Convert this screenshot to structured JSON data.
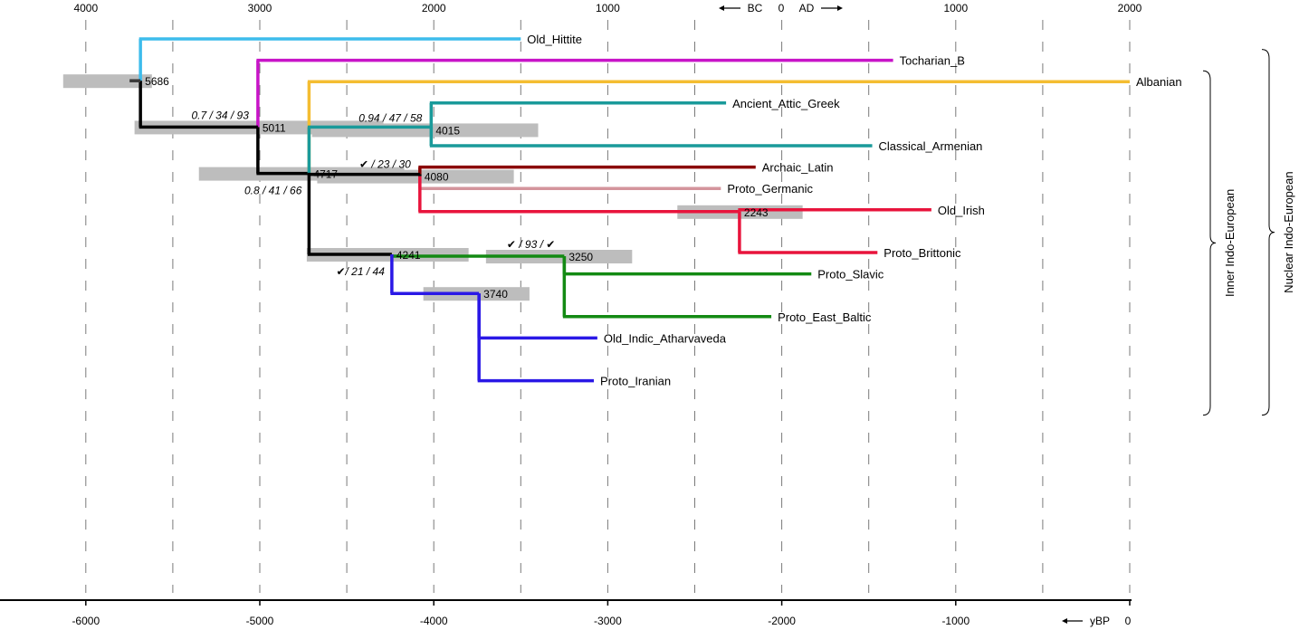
{
  "chart_data": {
    "type": "tree",
    "top_axis": {
      "ticks": [
        {
          "value": -6000,
          "label": "4000"
        },
        {
          "value": -5000,
          "label": "3000"
        },
        {
          "value": -4000,
          "label": "2000"
        },
        {
          "value": -3000,
          "label": "1000"
        },
        {
          "value": -1000,
          "label": "1000"
        },
        {
          "value": 0,
          "label": "2000"
        }
      ],
      "era_left_label": "BC",
      "era_zero_label": "0",
      "era_right_label": "AD"
    },
    "bottom_axis": {
      "ticks": [
        {
          "value": -6000,
          "label": "-6000"
        },
        {
          "value": -5000,
          "label": "-5000"
        },
        {
          "value": -4000,
          "label": "-4000"
        },
        {
          "value": -3000,
          "label": "-3000"
        },
        {
          "value": -2000,
          "label": "-2000"
        },
        {
          "value": -1000,
          "label": "-1000"
        },
        {
          "value": 0,
          "label": "0"
        }
      ],
      "unit_label": "yBP"
    },
    "grid_step": 500,
    "xlim": [
      -6500,
      0
    ],
    "nodes": [
      {
        "id": "root",
        "label": "5686",
        "x": -5686,
        "ci": [
          -6130,
          -5620
        ],
        "support": ""
      },
      {
        "id": "n5011",
        "label": "5011",
        "x": -5011,
        "ci": [
          -5720,
          -4290
        ],
        "support": "0.7 / 34 / 93"
      },
      {
        "id": "n4717",
        "label": "4717",
        "x": -4717,
        "ci": [
          -5350,
          -4170
        ],
        "support": "0.8 / 41 / 66"
      },
      {
        "id": "n4015",
        "label": "4015",
        "x": -4015,
        "ci": [
          -4700,
          -3400
        ],
        "support": "0.94 / 47 / 58"
      },
      {
        "id": "n4241",
        "label": "4241",
        "x": -4241,
        "ci": [
          -4730,
          -3800
        ],
        "support": "✔/ 21 / 44"
      },
      {
        "id": "n4080",
        "label": "4080",
        "x": -4080,
        "ci": [
          -4670,
          -3540
        ],
        "support": "✔ / 23 / 30"
      },
      {
        "id": "n2243",
        "label": "2243",
        "x": -2243,
        "ci": [
          -2600,
          -1880
        ],
        "support": ""
      },
      {
        "id": "n3250",
        "label": "3250",
        "x": -3250,
        "ci": [
          -3700,
          -2860
        ],
        "support": "✔ / 93 / ✔"
      },
      {
        "id": "n3740",
        "label": "3740",
        "x": -3740,
        "ci": [
          -4060,
          -3450
        ],
        "support": ""
      }
    ],
    "edges": [
      {
        "from": "root",
        "to": "n5011",
        "color": "#000000"
      },
      {
        "from": "n5011",
        "to": "n4717",
        "color": "#000000"
      },
      {
        "from": "n4717",
        "to": "n4241",
        "color": "#000000"
      },
      {
        "from": "n4717",
        "to": "n4015",
        "color": "#1a9a9a"
      },
      {
        "from": "n4717",
        "to": "n4080",
        "color": "#000000"
      },
      {
        "from": "n4080",
        "to": "n2243",
        "color": "#e8143c"
      },
      {
        "from": "n4241",
        "to": "n3250",
        "color": "#138a13"
      },
      {
        "from": "n4241",
        "to": "n3740",
        "color": "#2a18e6"
      }
    ],
    "leaves": [
      {
        "name": "Old_Hittite",
        "x": -3500,
        "row": 1,
        "parent": "root",
        "color": "#3dbcec"
      },
      {
        "name": "Tocharian_B",
        "x": -1360,
        "row": 2,
        "parent": "n5011",
        "color": "#c814c8"
      },
      {
        "name": "Albanian",
        "x": 0,
        "row": 3,
        "parent": "n4717",
        "color": "#f4bd32"
      },
      {
        "name": "Ancient_Attic_Greek",
        "x": -2320,
        "row": 4,
        "parent": "n4015",
        "color": "#1a9a9a"
      },
      {
        "name": "Classical_Armenian",
        "x": -1480,
        "row": 6,
        "parent": "n4015",
        "color": "#1a9a9a"
      },
      {
        "name": "Archaic_Latin",
        "x": -2150,
        "row": 7,
        "parent": "n4080",
        "color": "#8b0000"
      },
      {
        "name": "Proto_Germanic",
        "x": -2350,
        "row": 8,
        "parent": "n4080",
        "color": "#d4949c"
      },
      {
        "name": "Old_Irish",
        "x": -1140,
        "row": 9,
        "parent": "n2243",
        "color": "#e8143c"
      },
      {
        "name": "Proto_Brittonic",
        "x": -1450,
        "row": 11,
        "parent": "n2243",
        "color": "#e8143c"
      },
      {
        "name": "Proto_Slavic",
        "x": -1830,
        "row": 12,
        "parent": "n3250",
        "color": "#138a13"
      },
      {
        "name": "Proto_East_Baltic",
        "x": -2060,
        "row": 14,
        "parent": "n3250",
        "color": "#138a13"
      },
      {
        "name": "Old_Indic_Atharvaveda",
        "x": -3060,
        "row": 15,
        "parent": "n3740",
        "color": "#2a18e6"
      },
      {
        "name": "Proto_Iranian",
        "x": -3080,
        "row": 17,
        "parent": "n3740",
        "color": "#2a18e6"
      }
    ],
    "brackets": [
      {
        "label": "Inner Indo-European",
        "rows": [
          3,
          17
        ]
      },
      {
        "label": "Nuclear Indo-European",
        "rows": [
          2,
          17
        ]
      }
    ]
  }
}
